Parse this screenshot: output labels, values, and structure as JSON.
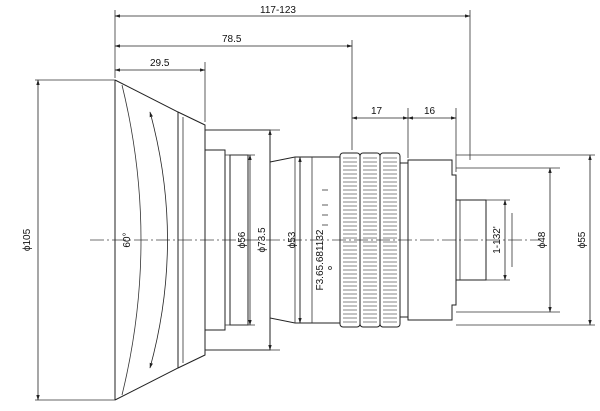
{
  "dimensions": {
    "overall_length": "117-123",
    "length_to_ring": "78.5",
    "hood_depth": "29.5",
    "ring_width": "17",
    "mount_width": "16",
    "dia_front": "ϕ105",
    "dia_56": "ϕ56",
    "dia_73_5": "ϕ73.5",
    "dia_53": "ϕ53",
    "dia_48": "ϕ48",
    "dia_55": "ϕ55",
    "fov_angle": "60°",
    "thread": "1-132'"
  },
  "lens_marking": "F3.65.681132"
}
